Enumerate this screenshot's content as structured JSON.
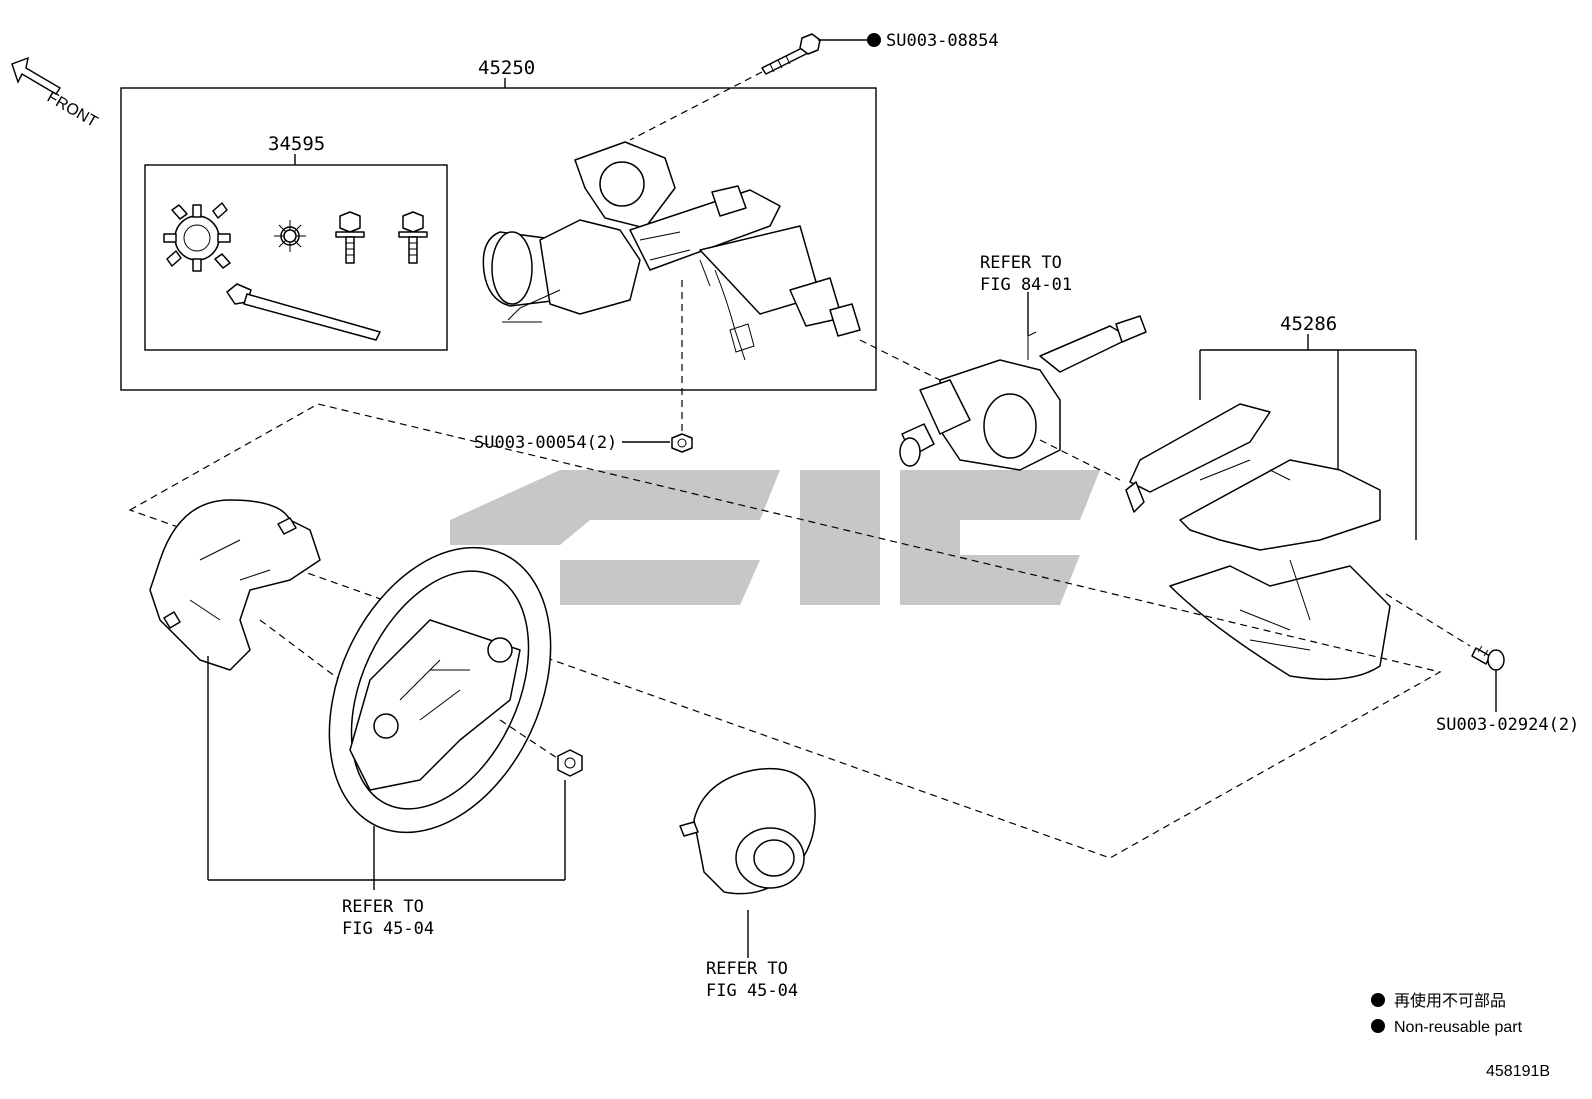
{
  "labels": {
    "front": "FRONT",
    "p45250": "45250",
    "p34595": "34595",
    "p45286": "45286",
    "su_08854": "SU003-08854",
    "su_00054": "SU003-00054(2)",
    "su_02924": "SU003-02924(2)",
    "refer_84_l1": "REFER TO",
    "refer_84_l2": "FIG 84-01",
    "refer_wheel_l1": "REFER TO",
    "refer_wheel_l2": "FIG 45-04",
    "refer_pad_l1": "REFER TO",
    "refer_pad_l2": "FIG 45-04"
  },
  "legend": {
    "jp": "再使用不可部品",
    "en": "Non-reusable part"
  },
  "figure_id": "458191B"
}
